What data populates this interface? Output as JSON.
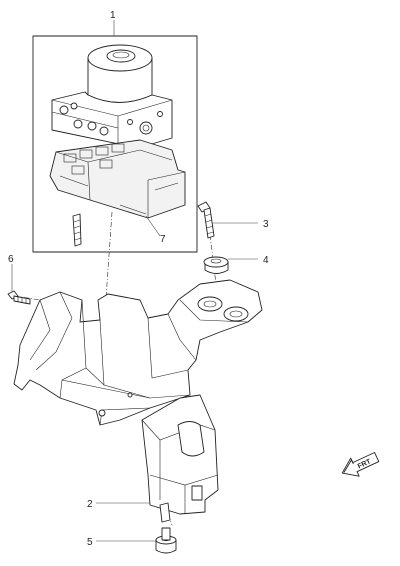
{
  "callouts": [
    {
      "id": "1",
      "label": "1"
    },
    {
      "id": "2",
      "label": "2"
    },
    {
      "id": "3",
      "label": "3"
    },
    {
      "id": "4",
      "label": "4"
    },
    {
      "id": "5",
      "label": "5"
    },
    {
      "id": "6",
      "label": "6"
    },
    {
      "id": "7",
      "label": "7"
    }
  ],
  "direction_indicator": {
    "label": "FRT",
    "icon": "front-arrow-icon"
  },
  "colors": {
    "line": "#222222",
    "background": "#ffffff"
  }
}
